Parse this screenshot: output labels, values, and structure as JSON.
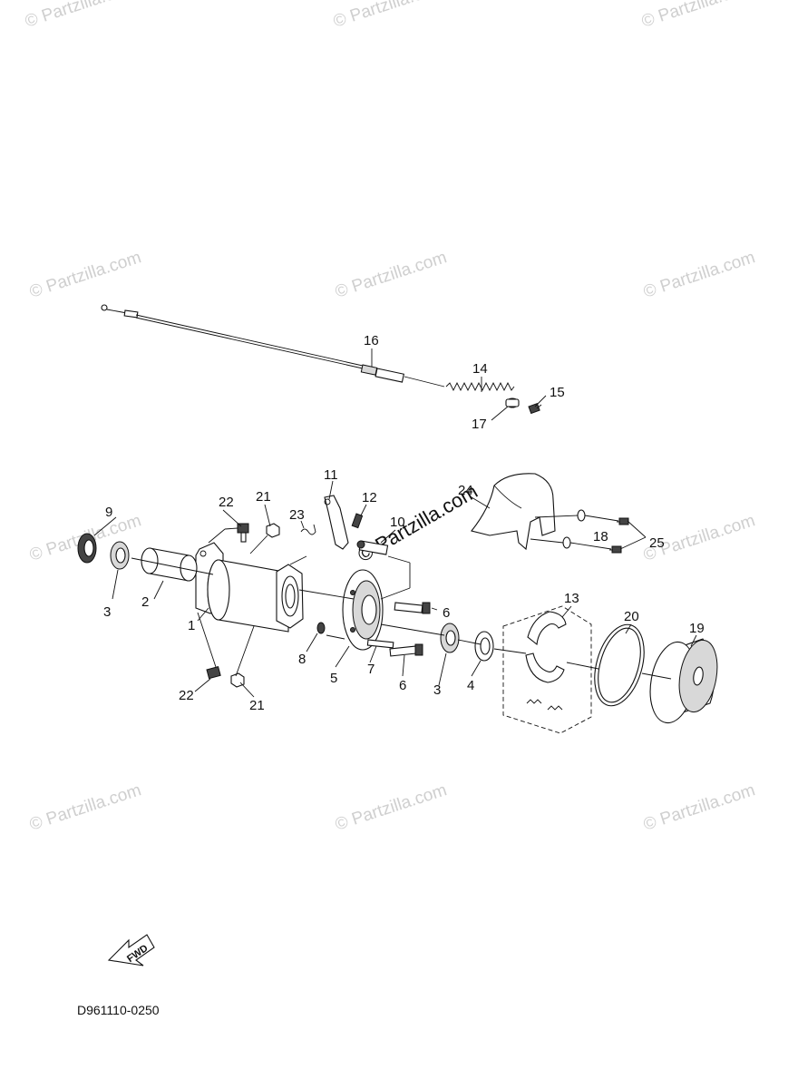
{
  "watermark": {
    "text": "© Partzilla.com",
    "center_text": "© Partzilla.com"
  },
  "diagram_code": "D961110-0250",
  "fwd_label": "FWD",
  "callouts": {
    "p1": "1",
    "p2": "2",
    "p3a": "3",
    "p3b": "3",
    "p4": "4",
    "p5": "5",
    "p6a": "6",
    "p6b": "6",
    "p7": "7",
    "p8": "8",
    "p9": "9",
    "p10": "10",
    "p11": "11",
    "p12": "12",
    "p13": "13",
    "p14": "14",
    "p15": "15",
    "p16": "16",
    "p17": "17",
    "p18": "18",
    "p19": "19",
    "p20": "20",
    "p21a": "21",
    "p21b": "21",
    "p22a": "22",
    "p22b": "22",
    "p23": "23",
    "p24": "24",
    "p25": "25"
  }
}
